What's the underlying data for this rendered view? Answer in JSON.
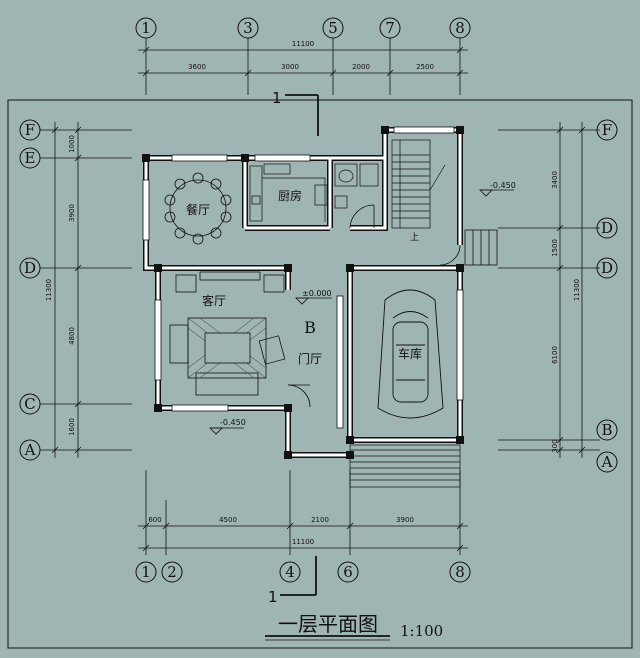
{
  "drawing": {
    "title": "一层平面图",
    "scale": "1:100",
    "section_mark": "1"
  },
  "axes": {
    "top": [
      "1",
      "3",
      "5",
      "7",
      "8"
    ],
    "bottom": [
      "1",
      "2",
      "4",
      "6",
      "8"
    ],
    "left": [
      "F",
      "E",
      "D",
      "C",
      "A"
    ],
    "right": [
      "F",
      "D",
      "D",
      "B",
      "A"
    ]
  },
  "dimensions": {
    "top_segments": [
      "3600",
      "3000",
      "2000",
      "2500"
    ],
    "top_total": "11100",
    "bottom_segments": [
      "600",
      "4500",
      "2100",
      "3900"
    ],
    "bottom_total": "11100",
    "left_segments": [
      "1000",
      "3900",
      "4800",
      "1600"
    ],
    "left_total": "11300",
    "right_segments": [
      "3400",
      "1500",
      "6100",
      "300"
    ],
    "right_total": "11300"
  },
  "rooms": {
    "dining": "餐厅",
    "kitchen": "厨房",
    "living": "客厅",
    "foyer": "门厅",
    "garage": "车库",
    "label_b": "B",
    "stair_up": "上"
  },
  "levels": {
    "floor": "±0.000",
    "exterior_left": "-0.450",
    "exterior_right": "-0.450"
  },
  "colors": {
    "background": "#9fb5b3",
    "line": "#111111",
    "wall": "#ffffff"
  }
}
